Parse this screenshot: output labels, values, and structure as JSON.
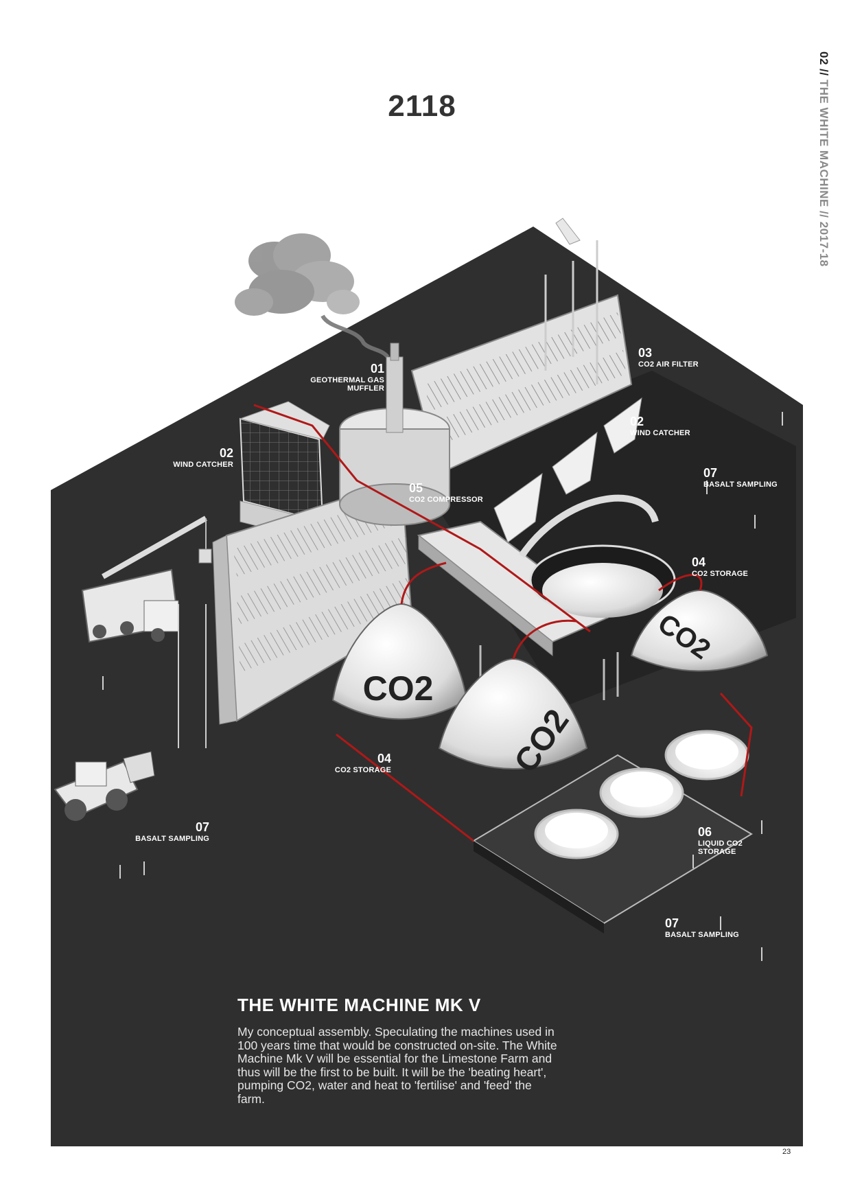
{
  "header": {
    "year": "2118"
  },
  "side_label": {
    "prefix": "02 // ",
    "rest": "THE WHITE MACHINE // 2017-18"
  },
  "callouts": [
    {
      "id": "01",
      "label_lines": [
        "GEOTHERMAL GAS",
        "MUFFLER"
      ]
    },
    {
      "id": "03",
      "label_lines": [
        "CO2 AIR FILTER"
      ]
    },
    {
      "id": "02",
      "label_lines": [
        "WIND CATCHER"
      ]
    },
    {
      "id": "02",
      "label_lines": [
        "WIND CATCHER"
      ]
    },
    {
      "id": "07",
      "label_lines": [
        "BASALT SAMPLING"
      ]
    },
    {
      "id": "05",
      "label_lines": [
        "CO2 COMPRESSOR"
      ]
    },
    {
      "id": "04",
      "label_lines": [
        "CO2 STORAGE"
      ]
    },
    {
      "id": "04",
      "label_lines": [
        "CO2 STORAGE"
      ]
    },
    {
      "id": "07",
      "label_lines": [
        "BASALT SAMPLING"
      ]
    },
    {
      "id": "06",
      "label_lines": [
        "LIQUID CO2",
        "STORAGE"
      ]
    },
    {
      "id": "07",
      "label_lines": [
        "BASALT SAMPLING"
      ]
    }
  ],
  "dome_label": "CO2",
  "title": "THE WHITE MACHINE MK V",
  "description": "My conceptual assembly. Speculating the machines used in 100 years time that would be constructed on-site. The White Machine Mk V will be essential for the Limestone Farm and thus will be the first to be built. It will be the 'beating heart', pumping CO2, water and heat to 'fertilise' and 'feed' the farm.",
  "page_number": "23",
  "colors": {
    "ground": "#2f2f2f",
    "structure": "#f2f2f2",
    "pipe": "#b01818"
  }
}
